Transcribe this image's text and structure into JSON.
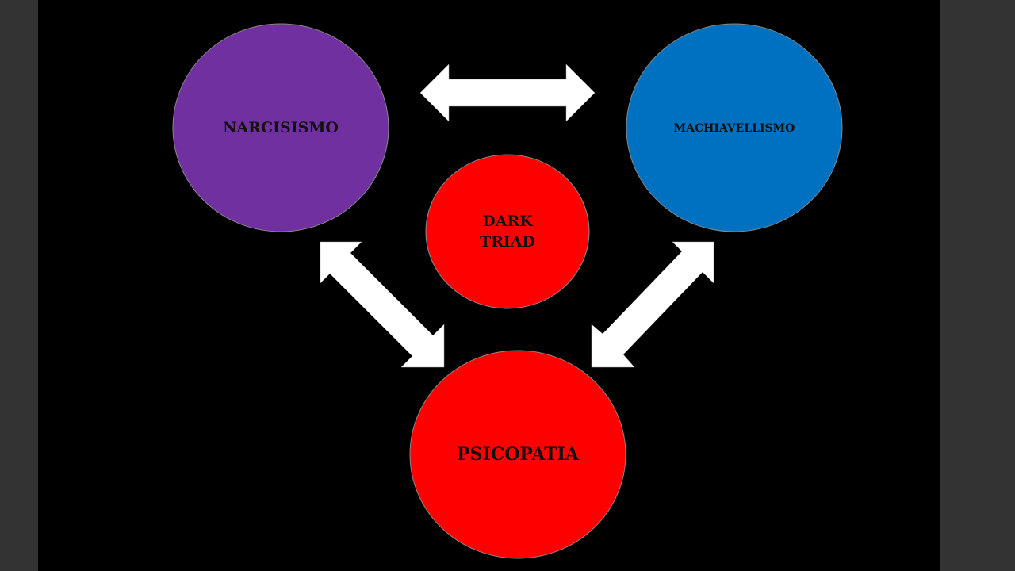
{
  "colors": {
    "frame": "#333333",
    "slide": "#000000",
    "arrow": "#ffffff",
    "label_text": "#111111"
  },
  "nodes": {
    "narcisismo": {
      "label": "NARCISISMO",
      "color": "#7030a0"
    },
    "machiavellismo": {
      "label": "MACHIAVELLISMO",
      "color": "#0070c0"
    },
    "dark_triad": {
      "label_line1": "DARK",
      "label_line2": "TRIAD",
      "color": "#ff0000"
    },
    "psicopatia": {
      "label": "PSICOPATIA",
      "color": "#ff0000"
    }
  },
  "arrows": [
    {
      "from": "narcisismo",
      "to": "machiavellismo",
      "style": "double-headed"
    },
    {
      "from": "narcisismo",
      "to": "psicopatia",
      "style": "double-headed"
    },
    {
      "from": "machiavellismo",
      "to": "psicopatia",
      "style": "double-headed"
    }
  ]
}
